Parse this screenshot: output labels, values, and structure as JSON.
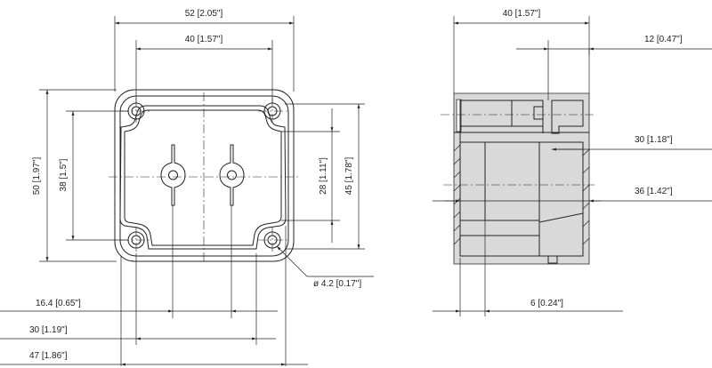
{
  "drawing": {
    "front_view": {
      "width_overall": "52 [2.05\"]",
      "width_holes": "40 [1.57\"]",
      "height_overall": "50 [1.97\"]",
      "height_holes": "38 [1.5\"]",
      "height_inner": "28 [1.11\"]",
      "height_lid": "45 [1.78\"]",
      "hole_diameter": "ø 4.2 [0.17\"]",
      "offset_1": "16.4 [0.65\"]",
      "offset_2": "30 [1.19\"]",
      "offset_3": "47 [1.86\"]"
    },
    "side_view": {
      "depth_overall": "40 [1.57\"]",
      "lid_depth": "12 [0.47\"]",
      "inner_height": "30 [1.18\"]",
      "outer_height": "36 [1.42\"]",
      "wall": "6 [0.24\"]"
    }
  }
}
